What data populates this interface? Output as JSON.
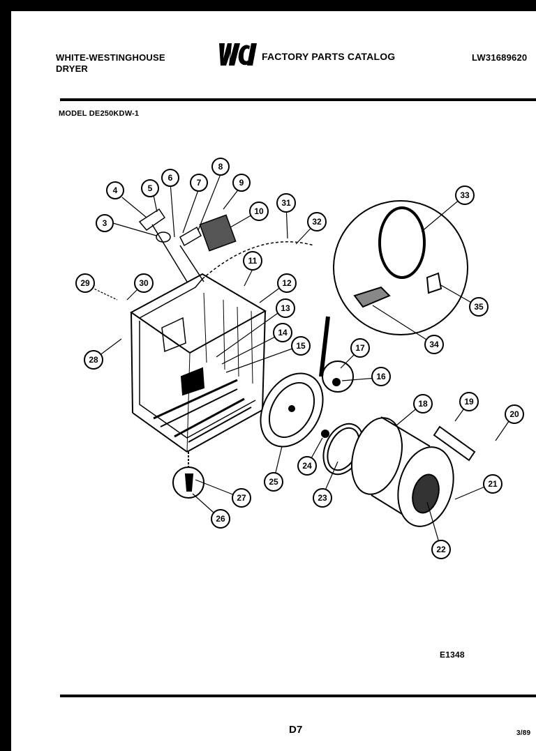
{
  "header": {
    "brand_line1": "WHITE-WESTINGHOUSE",
    "brand_line2": "DRYER",
    "logo_text": "WCI",
    "catalog_title": "FACTORY PARTS CATALOG",
    "document_number": "LW31689620"
  },
  "model_label": "MODEL DE250KDW-1",
  "figure_ref": "E1348",
  "page_number": "D7",
  "date_code": "3/89",
  "callouts": [
    {
      "id": "3",
      "label": "3"
    },
    {
      "id": "4",
      "label": "4"
    },
    {
      "id": "5",
      "label": "5"
    },
    {
      "id": "6",
      "label": "6"
    },
    {
      "id": "7",
      "label": "7"
    },
    {
      "id": "8",
      "label": "8"
    },
    {
      "id": "9",
      "label": "9"
    },
    {
      "id": "10",
      "label": "10"
    },
    {
      "id": "11",
      "label": "11"
    },
    {
      "id": "12",
      "label": "12"
    },
    {
      "id": "13",
      "label": "13"
    },
    {
      "id": "14",
      "label": "14"
    },
    {
      "id": "15",
      "label": "15"
    },
    {
      "id": "16",
      "label": "16"
    },
    {
      "id": "17",
      "label": "17"
    },
    {
      "id": "18",
      "label": "18"
    },
    {
      "id": "19",
      "label": "19"
    },
    {
      "id": "20",
      "label": "20"
    },
    {
      "id": "21",
      "label": "21"
    },
    {
      "id": "22",
      "label": "22"
    },
    {
      "id": "23",
      "label": "23"
    },
    {
      "id": "24",
      "label": "24"
    },
    {
      "id": "25",
      "label": "25"
    },
    {
      "id": "26",
      "label": "26"
    },
    {
      "id": "27",
      "label": "27"
    },
    {
      "id": "28",
      "label": "28"
    },
    {
      "id": "29",
      "label": "29"
    },
    {
      "id": "30",
      "label": "30"
    },
    {
      "id": "31",
      "label": "31"
    },
    {
      "id": "32",
      "label": "32"
    },
    {
      "id": "33",
      "label": "33"
    },
    {
      "id": "34",
      "label": "34"
    },
    {
      "id": "35",
      "label": "35"
    }
  ]
}
